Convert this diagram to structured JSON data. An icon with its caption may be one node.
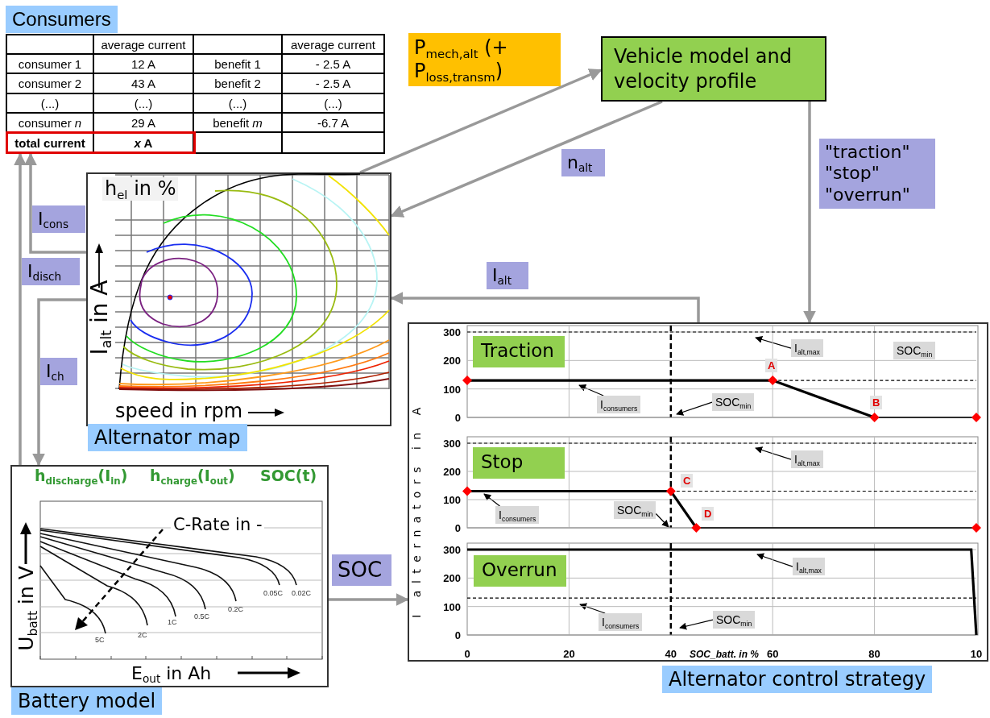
{
  "diagram": {
    "nodes": [
      {
        "text": [
          "Consumers"
        ]
      },
      {
        "text": [
          "Vehicle model and velocity profile"
        ]
      },
      {
        "text": [
          "h$_{el}$ in %",
          "I$_{alt}$ in A",
          "speed in rpm",
          "Alternator map"
        ]
      },
      {
        "text": [
          "h$_{discharge}$(I$_{in}$)",
          "h$_{charge}$(I$_{out}$)",
          "SOC(t)",
          "C-Rate in -",
          "U$_{batt}$ in V",
          "E$_{out}$ in Ah",
          "Battery model"
        ]
      },
      {
        "text": [
          "I alternators in A",
          "SOC_batt. in %",
          "Alternator control strategy"
        ]
      },
      {
        "text": [
          "Traction"
        ],
        "in": 4
      },
      {
        "text": [
          "I$_{alt,max}$"
        ],
        "in": 4
      },
      {
        "text": [
          "SOC$_{min}$"
        ],
        "in": 4
      },
      {
        "text": [
          "I$_{consumers}$"
        ],
        "in": 4
      },
      {
        "text": [
          "SOC$_{min}$"
        ],
        "in": 4
      },
      {
        "text": [
          "Stop"
        ],
        "in": 4
      },
      {
        "text": [
          "I$_{alt,max}$"
        ],
        "in": 4
      },
      {
        "text": [
          "I$_{consumers}$"
        ],
        "in": 4
      },
      {
        "text": [
          "SOC$_{min}$"
        ],
        "in": 4
      },
      {
        "text": [
          "Overrun"
        ],
        "in": 4
      },
      {
        "text": [
          "I$_{alt,max}$"
        ],
        "in": 4
      },
      {
        "text": [
          "I$_{consumers}$"
        ],
        "in": 4
      },
      {
        "text": [
          "SOC$_{min}$"
        ],
        "in": 4
      }
    ],
    "edges": [
      {
        "from": 2,
        "to": 1,
        "arrow": "to",
        "label": "P$_{mech,alt}$ (+ P$_{loss,transm}$)",
        "style": "thick",
        "color": "#999999"
      },
      {
        "from": 1,
        "to": 2,
        "arrow": "to",
        "label": "n$_{alt}$",
        "style": "thick",
        "color": "#999999"
      },
      {
        "from": 1,
        "to": 4,
        "arrow": "to",
        "label": "\"traction\" \"stop\" \"overrun\"",
        "style": "thick",
        "color": "#999999"
      },
      {
        "from": 4,
        "to": 2,
        "arrow": "to",
        "label": "I$_{alt}$",
        "style": "thick",
        "color": "#999999"
      },
      {
        "from": 2,
        "to": 0,
        "arrow": "to",
        "label": "I$_{cons}$",
        "style": "thick",
        "color": "#999999"
      },
      {
        "from": 3,
        "to": 0,
        "arrow": "to",
        "label": "I$_{disch}$",
        "style": "thick",
        "color": "#999999"
      },
      {
        "from": 2,
        "to": 3,
        "arrow": "to",
        "label": "I$_{ch}$",
        "style": "thick",
        "color": "#999999"
      },
      {
        "from": 3,
        "to": 4,
        "arrow": "to",
        "label": "SOC",
        "style": "thick",
        "color": "#999999"
      },
      {
        "from": 6,
        "to": null,
        "arrow": "to"
      },
      {
        "from": 8,
        "to": null,
        "arrow": "to"
      },
      {
        "from": 9,
        "to": null,
        "arrow": "to"
      },
      {
        "from": 11,
        "to": null,
        "arrow": "to"
      },
      {
        "from": 12,
        "to": null,
        "arrow": "to"
      },
      {
        "from": 13,
        "to": null,
        "arrow": "to"
      },
      {
        "from": 15,
        "to": null,
        "arrow": "to"
      },
      {
        "from": 16,
        "to": null,
        "arrow": "to"
      },
      {
        "from": 17,
        "to": null,
        "arrow": "to"
      }
    ],
    "labels": [
      "average current",
      "average current",
      "consumer 1",
      "12 A",
      "benefit 1",
      "- 2.5 A",
      "consumer 2",
      "43 A",
      "benefit 2",
      "- 2.5 A",
      "(...)",
      "(...)",
      "(...)",
      "(...)",
      "consumer *n*",
      "29 A",
      "benefit *m*",
      "-6.7 A",
      "total current",
      "*x* A",
      "5C",
      "2C",
      "1C",
      "0.5C",
      "0.2C",
      "0.05C",
      "0.02C",
      "300",
      "200",
      "100",
      "0",
      "300",
      "200",
      "100",
      "0",
      "300",
      "200",
      "100",
      "0",
      "0",
      "20",
      "40",
      "60",
      "80",
      "10",
      "A",
      "B",
      "C",
      "D"
    ]
  }
}
